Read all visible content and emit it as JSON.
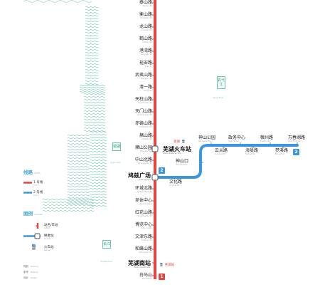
{
  "colors": {
    "line1": "#e3453f",
    "line2": "#3a96dd",
    "water": "#7dcab7",
    "label_blue": "#3da3e0"
  },
  "line1": {
    "number": "1",
    "stations": [
      {
        "name": "泰山路"
      },
      {
        "name": "衡山路"
      },
      {
        "name": "龙山路"
      },
      {
        "name": "鹤山路"
      },
      {
        "name": "港湾路"
      },
      {
        "name": "裕安路"
      },
      {
        "name": "武夷山路"
      },
      {
        "name": "清一路"
      },
      {
        "name": "天柱山路"
      },
      {
        "name": "天门山路"
      },
      {
        "name": "赤铸山路"
      },
      {
        "name": "赭山路"
      },
      {
        "name": "赭山公园"
      },
      {
        "name": "中山北路"
      },
      {
        "name": "鸠兹广场"
      },
      {
        "name": "环城北路"
      },
      {
        "name": "吴体中心"
      },
      {
        "name": "红花山路"
      },
      {
        "name": "博览中心"
      },
      {
        "name": "文津东路"
      },
      {
        "name": "和峰山路"
      },
      {
        "name": "芜湖南站"
      },
      {
        "name": "白马山"
      }
    ]
  },
  "line2": {
    "number": "2",
    "stations": [
      {
        "name": "芜湖火车站"
      },
      {
        "name": "神山口"
      },
      {
        "name": "文化路"
      },
      {
        "name": "神山公园"
      },
      {
        "name": "云从路"
      },
      {
        "name": "政务中心"
      },
      {
        "name": "海曼路"
      },
      {
        "name": "徽州路"
      },
      {
        "name": "梦溪路"
      },
      {
        "name": "万春湖路"
      }
    ]
  },
  "rail_tags": {
    "north": "芜湖",
    "south": "芜湖站"
  },
  "rivers": {
    "jinghu": "镜湖",
    "qingjiang": "青弋江",
    "yangtze": "长江"
  },
  "legend": {
    "lines_title": "线路",
    "lines_title_en": "LINES",
    "line1_label": "1 号线",
    "line1_en": "Line 1",
    "line2_label": "2 号线",
    "line2_en": "Line 2",
    "icons_title": "图例",
    "icons_title_en": "LEGEND",
    "station_label": "站名/车站",
    "station_en": "Station",
    "transfer_label": "换乘站",
    "transfer_en": "Transfer",
    "rail_label": "火车站",
    "rail_en": "Railway"
  },
  "notes": [
    {
      "label": "规划",
      "en": "Planning"
    },
    {
      "label": "制作",
      "en": "Made by"
    },
    {
      "label": "设计",
      "en": "Design"
    }
  ]
}
